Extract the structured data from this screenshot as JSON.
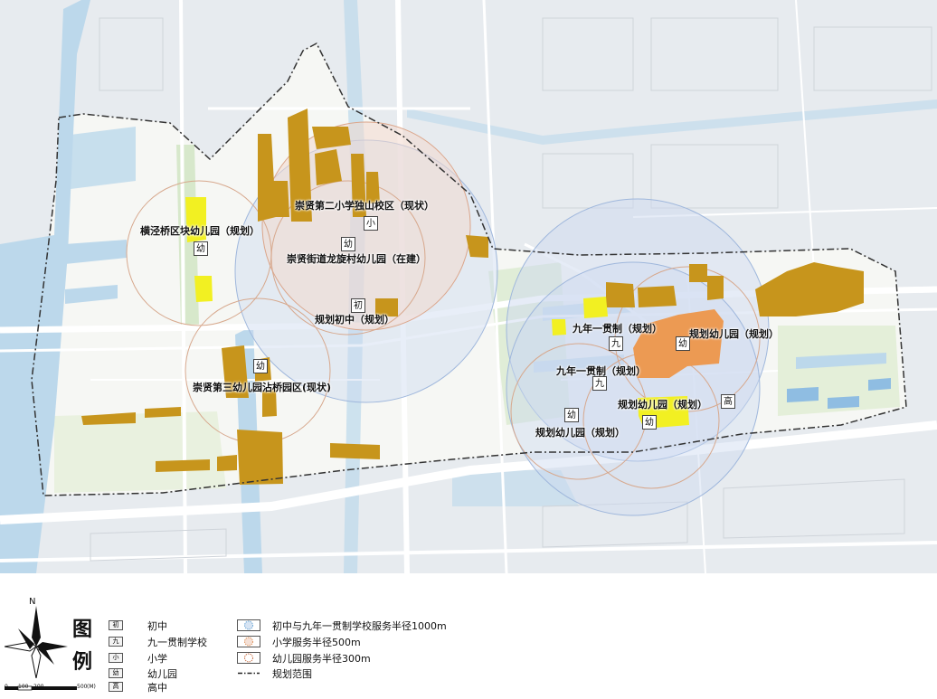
{
  "map_labels": {
    "l1": "崇贤第二小学独山校区（现状）",
    "l2": "横泾桥区块幼儿园（规划）",
    "l3": "崇贤街道龙旋村幼儿园（在建）",
    "l4": "规划初中（规划）",
    "l5": "九年一贯制（规划）",
    "l6": "规划幼儿园（规划）",
    "l7": "九年一贯制（规划）",
    "l8": "崇贤第三幼儿园沾桥园区(现状)",
    "l9": "规划幼儿园（规划）",
    "l10": "规划幼儿园（规划）"
  },
  "markers": {
    "m_xiao": "小",
    "m_you1": "幼",
    "m_you2": "幼",
    "m_chu": "初",
    "m_jiu1": "九",
    "m_you3": "幼",
    "m_jiu2": "九",
    "m_you4": "幼",
    "m_gao": "高",
    "m_you5": "幼",
    "m_you6": "幼"
  },
  "legend": {
    "north": "N",
    "title_1": "图",
    "title_2": "例",
    "icon_chu": "初",
    "icon_jiu": "九",
    "icon_xiao": "小",
    "icon_you": "幼",
    "icon_gao": "高",
    "items": {
      "chu": "初中",
      "jiu": "九一贯制学校",
      "xiao": "小学",
      "you": "幼儿园",
      "gao": "高中"
    },
    "radius": {
      "r1000": "初中与九年一贯制学校服务半径1000m",
      "r500": "小学服务半径500m",
      "r300": "幼儿园服务半径300m",
      "boundary": "规划范围"
    },
    "scale": {
      "t0": "0",
      "t100": "100",
      "t200": "200",
      "t500": "500",
      "unit": "(M)"
    }
  },
  "colors": {
    "water": "#b8d6ea",
    "road": "#ffffff",
    "green": "#cfe3c4",
    "existing_building": "#c8951b",
    "planned_school": "#f0ee2e",
    "planned_high": "#eb9a52",
    "radius_1000": "#c9d7ef",
    "radius_500": "#f0d6c8",
    "radius_300": "#e8a07c",
    "boundary": "#333333"
  }
}
